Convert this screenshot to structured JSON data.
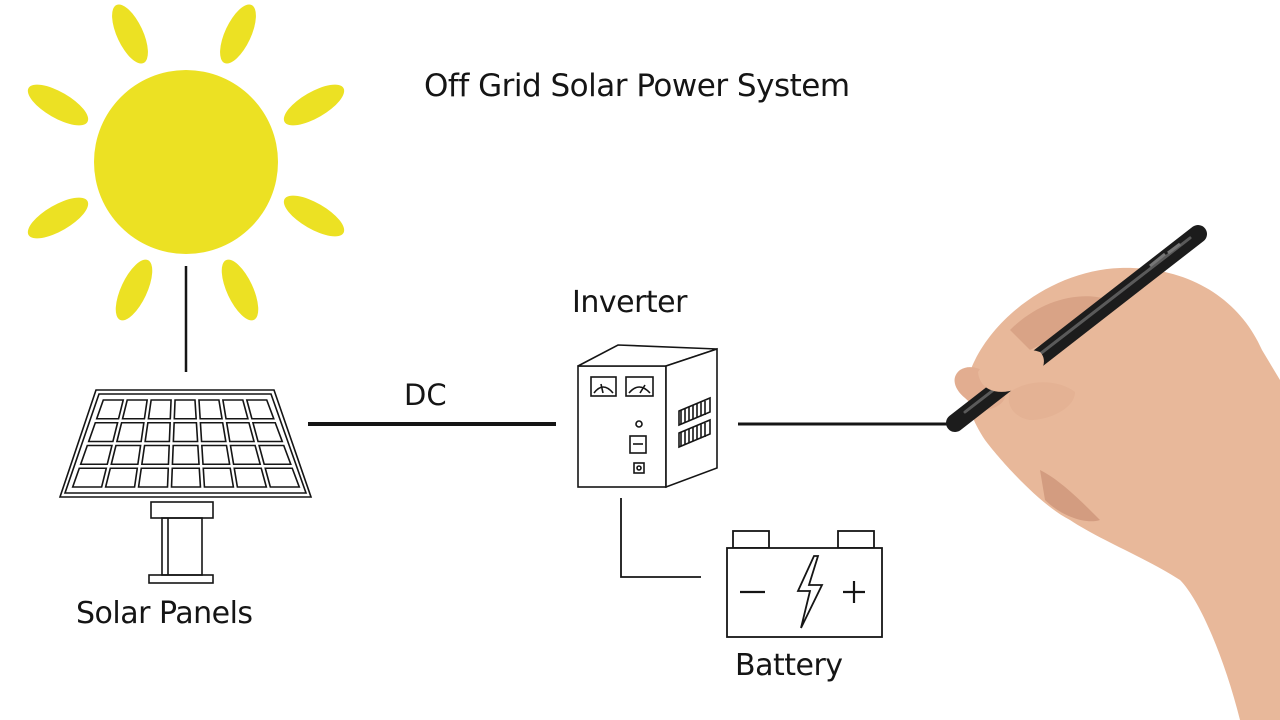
{
  "diagram": {
    "title": "Off Grid Solar Power System",
    "nodes": {
      "solar_panels": "Solar Panels",
      "inverter": "Inverter",
      "battery": "Battery"
    },
    "edges": {
      "panels_to_inverter": "DC"
    },
    "battery_terminals": {
      "negative": "−",
      "positive": "+"
    }
  },
  "colors": {
    "sun": "#ece123",
    "ink": "#151515",
    "skin": "#e8b89a",
    "pen": "#1c1c1c"
  }
}
